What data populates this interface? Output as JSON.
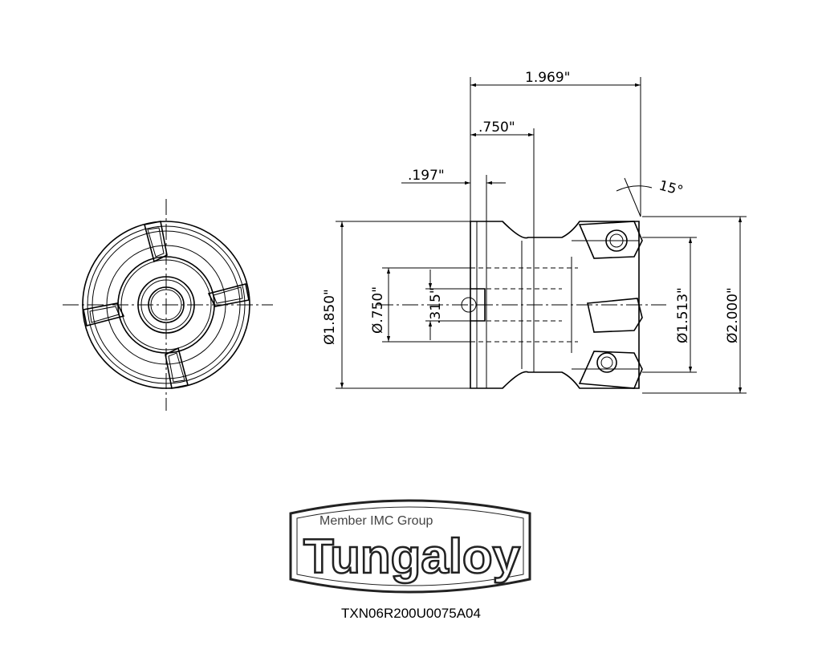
{
  "dimensions": {
    "overall_length": "1.969\"",
    "body_length": ".750\"",
    "flange_width": ".197\"",
    "angle": "15°",
    "dia_body": "Ø1.850\"",
    "dia_bore": "Ø.750\"",
    "keyway": ".315\"",
    "dia_cut_min": "Ø1.513\"",
    "dia_cut_max": "Ø2.000\""
  },
  "logo": {
    "tagline": "Member IMC Group",
    "brand": "Tungaloy"
  },
  "part_number": "TXN06R200U0075A04"
}
